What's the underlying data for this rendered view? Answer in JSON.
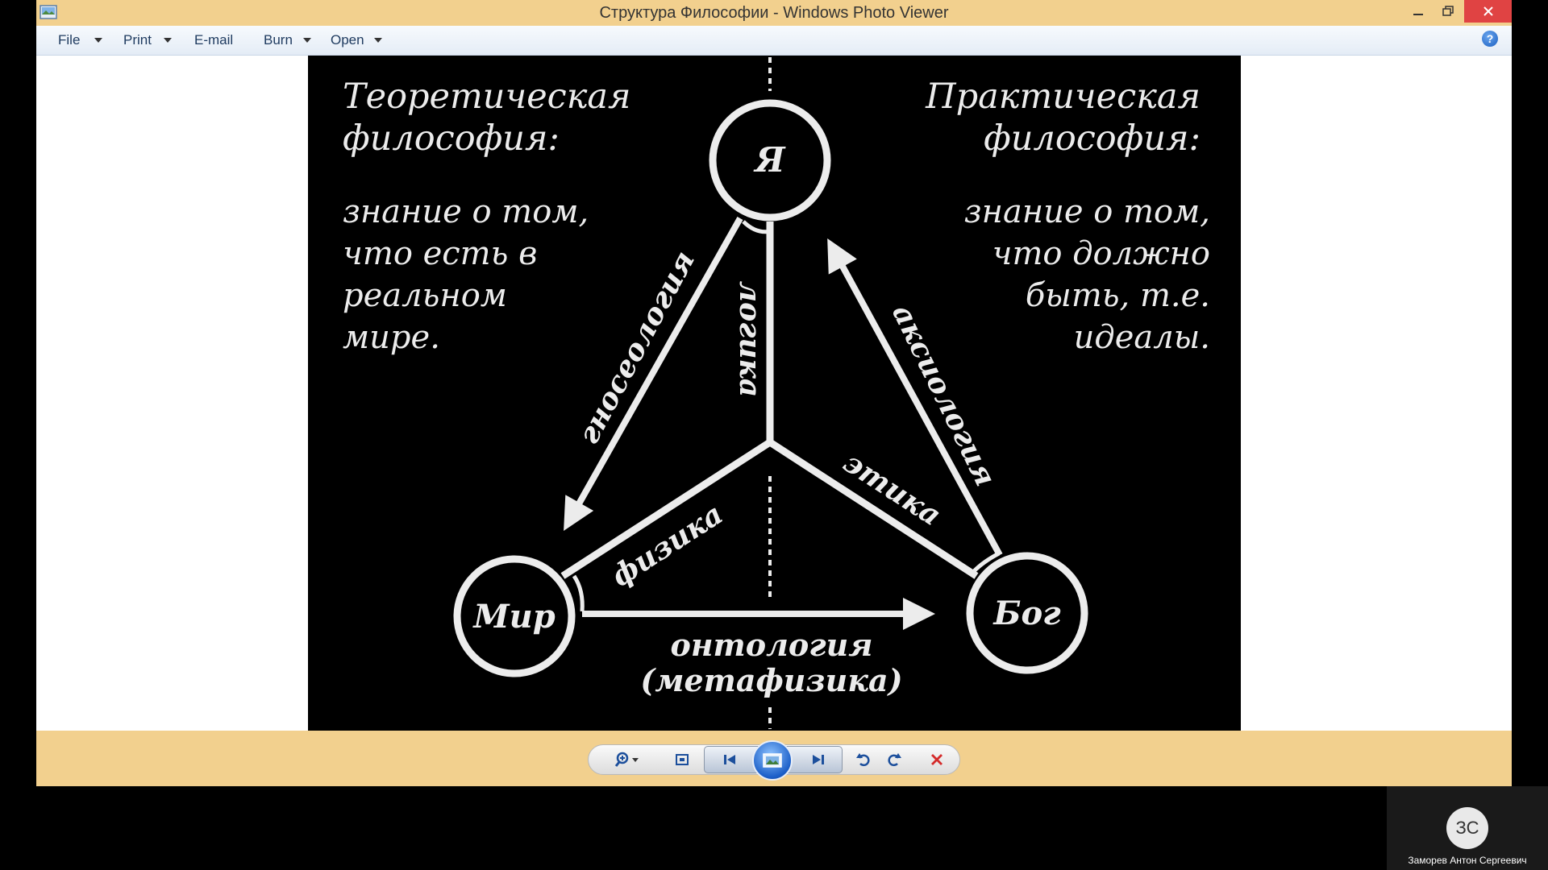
{
  "window": {
    "title": "Структура Философии - Windows Photo Viewer"
  },
  "menu": {
    "file": "File",
    "print": "Print",
    "email": "E-mail",
    "burn": "Burn",
    "open": "Open",
    "help_glyph": "?"
  },
  "photo": {
    "theoretical": [
      "Теоретическая",
      "философия:",
      "знание о том,",
      "что есть в",
      "реальном",
      "мире."
    ],
    "practical": [
      "Практическая",
      "философия:",
      "знание о том,",
      "что должно",
      "быть, т.е.",
      "идеалы."
    ],
    "nodes": {
      "self": "Я",
      "world": "Мир",
      "god": "Бог"
    },
    "labels": {
      "gnoseology": "гносеология",
      "logic": "логика",
      "axiology": "аксиология",
      "physics": "физика",
      "ethics": "этика",
      "ontology": "онтология",
      "metaphysics": "(метафизика)"
    }
  },
  "participant": {
    "initials": "ЗС",
    "name": "Заморев Антон Сергеевич"
  },
  "colors": {
    "titlebar": "#f2d08e",
    "close_button": "#e04343",
    "photo_background": "#000000",
    "diagram_ink": "#ececec"
  }
}
